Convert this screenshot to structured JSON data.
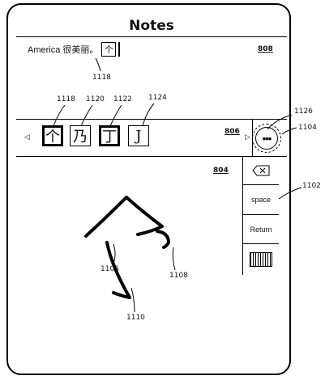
{
  "header": {
    "title": "Notes"
  },
  "note": {
    "text": "America 很美丽。",
    "cursor_char": "个",
    "ref": "808"
  },
  "candidates": {
    "items": [
      {
        "char": "个",
        "ref": "1118",
        "selected": true
      },
      {
        "char": "乃",
        "ref": "1120",
        "selected": false
      },
      {
        "char": "丁",
        "ref": "1122",
        "selected": true
      },
      {
        "char": "J",
        "ref": "1124",
        "selected": false
      }
    ],
    "left_arrow": "◁",
    "right_arrow": "▷",
    "bar_ref": "806",
    "more_label": "•••",
    "more_ref": "1126",
    "more_outer_ref": "1104"
  },
  "handwriting": {
    "area_ref": "804",
    "stroke_refs": [
      "1106",
      "1108",
      "1110"
    ]
  },
  "side_keys": {
    "delete_icon": "backspace-icon",
    "space_label": "space",
    "return_label": "Return",
    "keyboard_icon": "keyboard-icon",
    "panel_ref": "1102"
  },
  "cursor_ref": "1118"
}
